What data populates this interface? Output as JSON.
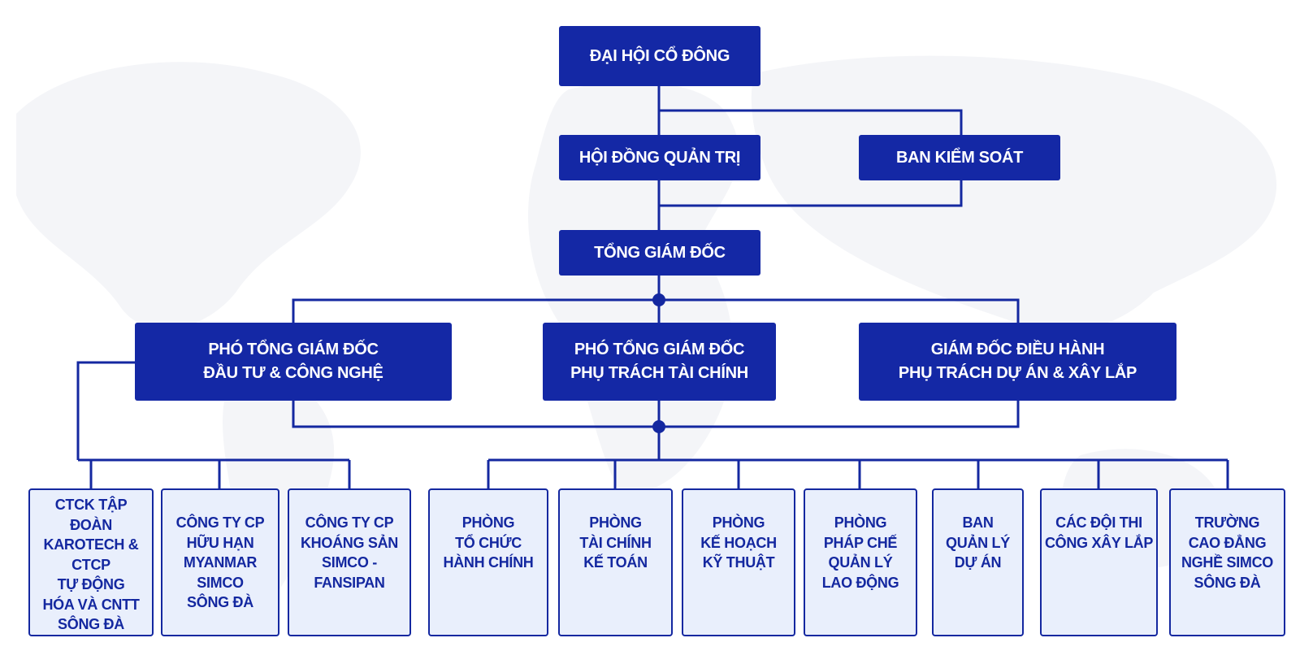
{
  "diagram": {
    "type": "organization-chart",
    "colors": {
      "primary": "#1428a5",
      "line": "#1428a0",
      "light_box_fill": "#e9effc",
      "light_box_text": "#1428a0",
      "dark_box_text": "#ffffff",
      "background": "#ffffff"
    },
    "nodes": {
      "shareholders": "ĐẠI HỘI CỔ ĐÔNG",
      "board": "HỘI ĐỒNG QUẢN TRỊ",
      "supervisory": "BAN KIỂM SOÁT",
      "ceo": "TỔNG GIÁM ĐỐC",
      "deputy_investment": "PHÓ TỔNG GIÁM ĐỐC\nĐẦU TƯ & CÔNG NGHỆ",
      "deputy_finance": "PHÓ TỔNG GIÁM ĐỐC\nPHỤ TRÁCH TÀI CHÍNH",
      "director_projects": "GIÁM ĐỐC ĐIỀU HÀNH\nPHỤ TRÁCH DỰ ÁN & XÂY LẮP"
    },
    "subsidiaries": [
      "CTCK TẬP\nĐOÀN\nKAROTECH &\nCTCP\nTỰ ĐỘNG\nHÓA VÀ CNTT\nSÔNG ĐÀ",
      "CÔNG TY CP\nHỮU HẠN\nMYANMAR\nSIMCO\nSÔNG ĐÀ",
      "CÔNG TY CP\nKHOÁNG SẢN\nSIMCO -\nFANSIPAN"
    ],
    "departments": [
      "PHÒNG\nTỔ CHỨC\nHÀNH CHÍNH",
      "PHÒNG\nTÀI CHÍNH\nKẾ TOÁN",
      "PHÒNG\nKẾ HOẠCH\nKỸ THUẬT",
      "PHÒNG\nPHÁP CHẾ\nQUẢN LÝ\nLAO ĐỘNG",
      "BAN\nQUẢN LÝ\nDỰ ÁN",
      "CÁC ĐỘI THI\nCÔNG XÂY LẮP",
      "TRƯỜNG\nCAO ĐẲNG\nNGHỀ SIMCO\nSÔNG ĐÀ"
    ]
  }
}
